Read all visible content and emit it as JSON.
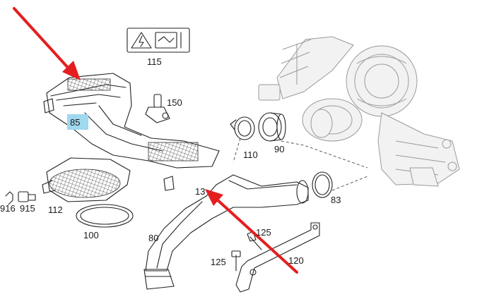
{
  "colors": {
    "arrow": "#e41e1e",
    "highlight": "#9fd8ef",
    "line": "#222222",
    "turbo": "#9a9a9a"
  },
  "labels": {
    "p115": "115",
    "p150": "150",
    "p85": "85",
    "p110": "110",
    "p90": "90",
    "p83": "83",
    "p13": "13",
    "p916": "916",
    "p915": "915",
    "p112": "112",
    "p100": "100",
    "p80": "80",
    "p125a": "125",
    "p125b": "125",
    "p120": "120"
  },
  "highlighted_part": "85",
  "icons": [
    "warning-label-icon",
    "red-arrow-icon"
  ]
}
